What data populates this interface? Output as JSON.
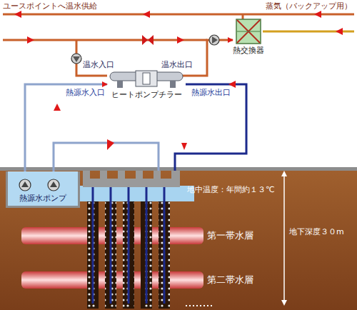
{
  "diagram": {
    "nodes": [
      {
        "text": [
          "熱交換器"
        ]
      },
      {
        "text": [
          "ヒートポンプチラー"
        ]
      },
      {
        "text": [
          "熱源水ポンプ"
        ]
      },
      {
        "text": [
          "第一帯水層"
        ]
      },
      {
        "text": [
          "第二帯水層"
        ]
      }
    ],
    "edges": [
      {
        "from": 2,
        "to": 1,
        "arrow": "to"
      },
      {
        "from": 1,
        "to": 0,
        "arrow": "to"
      }
    ],
    "labels": [
      "ユースポイントへ温水供給",
      "蒸気（バックアップ用）",
      "温水入口",
      "温水出口",
      "熱源水入口",
      "熱源水出口",
      "地中温度：年間約１３℃",
      "地下深度３０m"
    ]
  }
}
